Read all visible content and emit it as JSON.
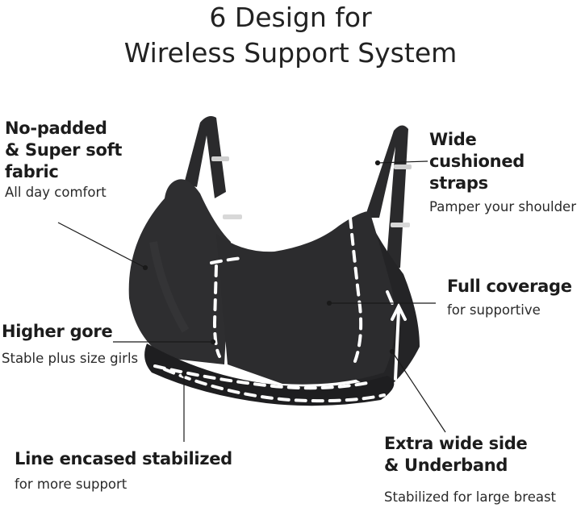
{
  "title": {
    "line1": "6 Design for",
    "line2": "Wireless Support System"
  },
  "features": {
    "no_padded": {
      "heading_1": "No-padded",
      "heading_2": "& Super soft",
      "heading_3": "fabric",
      "sub": "All day comfort"
    },
    "straps": {
      "heading_1": "Wide",
      "heading_2": "cushioned straps",
      "sub": "Pamper your shoulder"
    },
    "coverage": {
      "heading_1": "Full coverage",
      "sub": "for supportive"
    },
    "gore": {
      "heading_1": "Higher gore",
      "sub": "Stable plus size girls"
    },
    "line_encased": {
      "heading_1": "Line encased stabilized",
      "sub": "for more support"
    },
    "side_band": {
      "heading_1": "Extra wide side",
      "heading_2": "& Underband",
      "sub": "Stabilized for large breast"
    }
  },
  "colors": {
    "fabric": "#2b2b2d",
    "fabric_shadow": "#1c1c1e",
    "stitch": "#ffffff",
    "text": "#1c1c1c"
  }
}
